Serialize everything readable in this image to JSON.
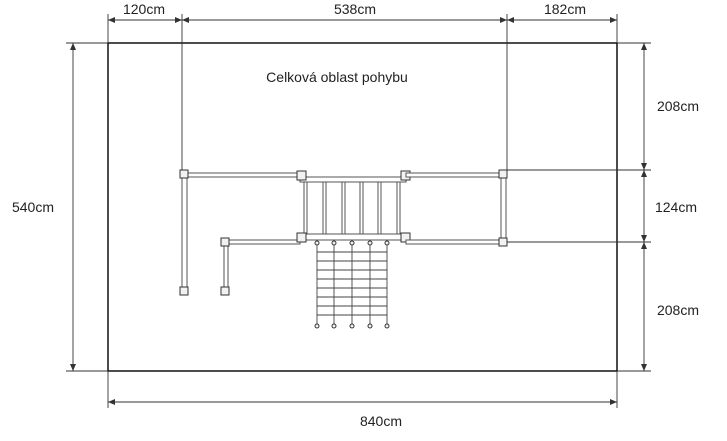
{
  "diagram": {
    "area_label": "Celková oblast pohybu",
    "dimensions": {
      "top_left": "120cm",
      "top_middle": "538cm",
      "top_right": "182cm",
      "left_height": "540cm",
      "right_top": "208cm",
      "right_middle": "124cm",
      "right_bottom": "208cm",
      "bottom_width": "840cm"
    },
    "colors": {
      "line": "#000000",
      "dimension": "#333333",
      "equipment": "#555555"
    }
  }
}
